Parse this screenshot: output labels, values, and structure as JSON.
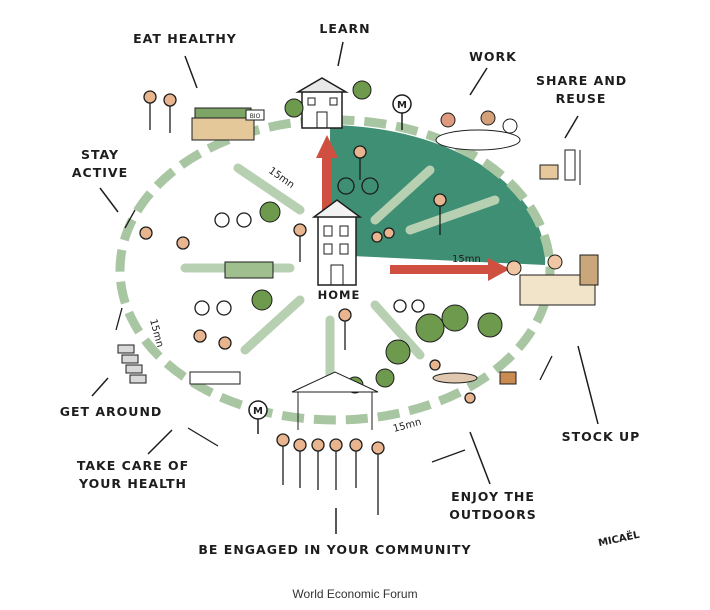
{
  "labels": {
    "learn": "LEARN",
    "eat_healthy": "EAT HEALTHY",
    "work": "WORK",
    "share_reuse": "SHARE AND\nREUSE",
    "stay_active": "STAY\nACTIVE",
    "home": "HOME",
    "get_around": "GET AROUND",
    "take_care": "TAKE CARE OF\nYOUR HEALTH",
    "stock_up": "STOCK UP",
    "enjoy_outdoors": "ENJOY THE\nOUTDOORS",
    "community": "BE ENGAGED IN YOUR COMMUNITY"
  },
  "distance_labels": [
    "15mn",
    "15mn",
    "15mn",
    "15mn"
  ],
  "signature": "MICAËL",
  "metro_symbol": "M",
  "shop_sign": "BIO",
  "caption": "World Economic Forum",
  "colors": {
    "sector_fill": "#3f8f74",
    "path_green": "#a9c6a3",
    "arrow_red": "#cf5040",
    "ink": "#1d1d1d"
  }
}
